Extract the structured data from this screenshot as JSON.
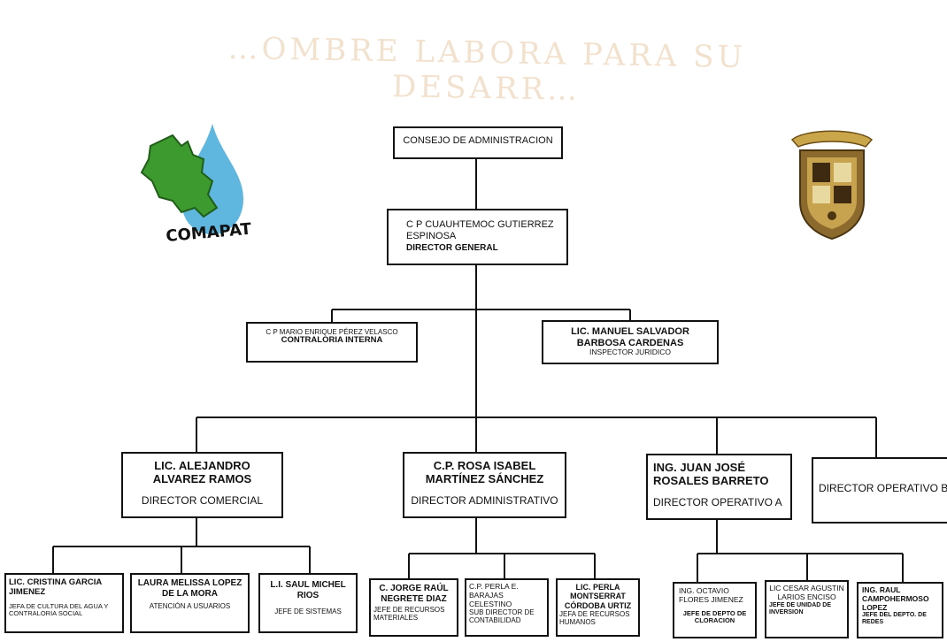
{
  "watermark": {
    "motto": "…OMBRE LABORA PARA SU DESARR…"
  },
  "logo": {
    "brand": "COMAPAT"
  },
  "top": {
    "board": "CONSEJO DE ADMINISTRACION"
  },
  "director": {
    "name": "C P  CUAUHTEMOC GUTIERREZ ESPINOSA",
    "role": "DIRECTOR GENERAL"
  },
  "staff": {
    "left": {
      "name": "C P MARIO ENRIQUE PÉREZ VELASCO",
      "role": "CONTRALORIA INTERNA"
    },
    "right": {
      "name": "LIC. MANUEL SALVADOR BARBOSA CARDENAS",
      "role": "INSPECTOR JURIDICO"
    }
  },
  "directors": [
    {
      "name": "LIC. ALEJANDRO ALVAREZ RAMOS",
      "role": "DIRECTOR  COMERCIAL"
    },
    {
      "name": "C.P. ROSA ISABEL MARTÍNEZ SÁNCHEZ",
      "role": "DIRECTOR  ADMINISTRATIVO"
    },
    {
      "name": "ING. JUAN JOSÉ ROSALES BARRETO",
      "role": "DIRECTOR  OPERATIVO  A"
    },
    {
      "name": "",
      "role": "DIRECTOR  OPERATIVO B"
    }
  ],
  "units": [
    {
      "name": "LIC. CRISTINA GARCIA JIMENEZ",
      "role": "JEFA DE CULTURA DEL AGUA Y CONTRALORIA SOCIAL"
    },
    {
      "name": "LAURA MELISSA LOPEZ DE LA MORA",
      "role": "ATENCIÓN A USUARIOS"
    },
    {
      "name": "L.I. SAUL MICHEL RIOS",
      "role": "JEFE DE SISTEMAS"
    },
    {
      "name": "C. JORGE RAÚL NEGRETE DIAZ",
      "role": "JEFE DE RECURSOS MATERIALES"
    },
    {
      "name": "C.P. PERLA E. BARAJAS CELESTINO",
      "role": "SUB DIRECTOR DE CONTABILIDAD"
    },
    {
      "name": "LIC. PERLA MONTSERRAT CÓRDOBA URTIZ",
      "role": "JEFA DE RECURSOS HUMANOS"
    },
    {
      "name": "ING. OCTAVIO FLORES JIMENEZ",
      "role": "JEFE DE DEPTO DE CLORACION"
    },
    {
      "name": "LIC CESAR AGUSTIN LARIOS ENCISO",
      "role": "JEFE DE UNIDAD DE INVERSION"
    },
    {
      "name": "ING. RAUL CAMPOHERMOSO LOPEZ",
      "role": "JEFE DEL DEPTO. DE REDES"
    }
  ]
}
